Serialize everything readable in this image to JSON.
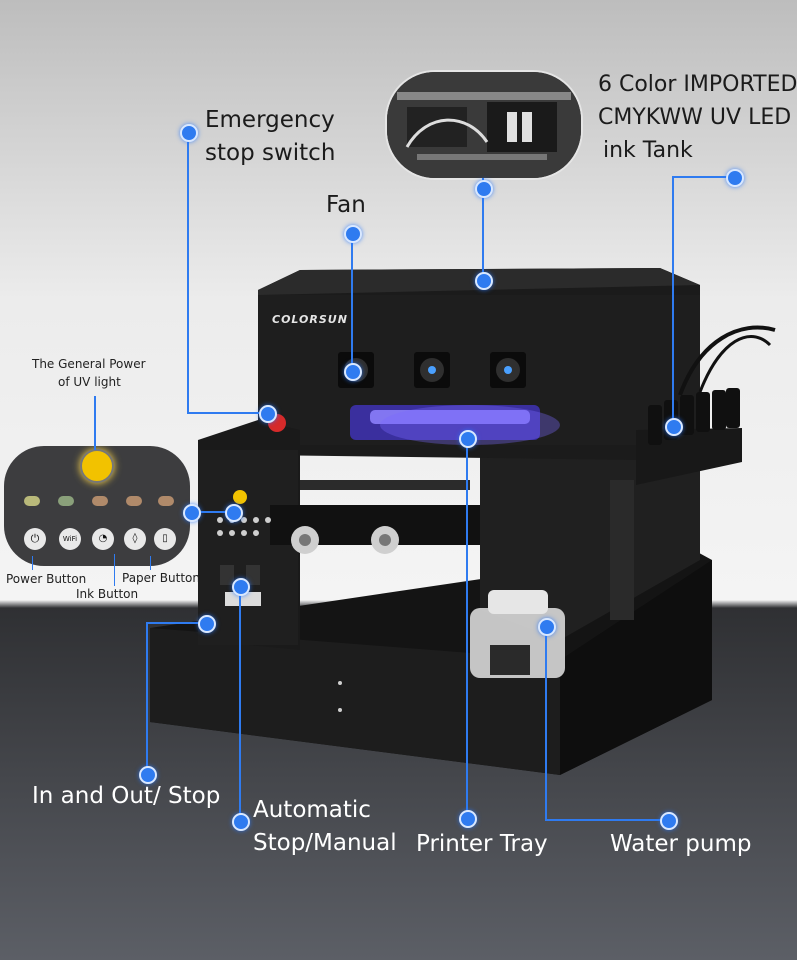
{
  "brand": "COLORSUN",
  "labels": {
    "emergency_line1": "Emergency",
    "emergency_line2": "stop switch",
    "fan": "Fan",
    "ink_line1": "6 Color IMPORTED",
    "ink_line2": "CMYKWW UV LED",
    "ink_line3": "ink Tank",
    "general_power_line1": "The General Power",
    "general_power_line2": "of UV light",
    "power_button": "Power Button",
    "paper_button": "Paper Button",
    "ink_button": "Ink Button",
    "in_out_stop": "In and Out/ Stop",
    "automatic_line1": "Automatic",
    "automatic_line2": "Stop/Manual",
    "printer_tray": "Printer Tray",
    "water_pump": "Water pump"
  },
  "panel_buttons": [
    "power-icon",
    "WiFi",
    "ink-icon",
    "drop-icon",
    "paper-icon"
  ],
  "colors": {
    "accent": "#2f7bf0",
    "printer": "#1a1a1a",
    "uv": "#6b5cff",
    "indicator": "#f2c200"
  }
}
